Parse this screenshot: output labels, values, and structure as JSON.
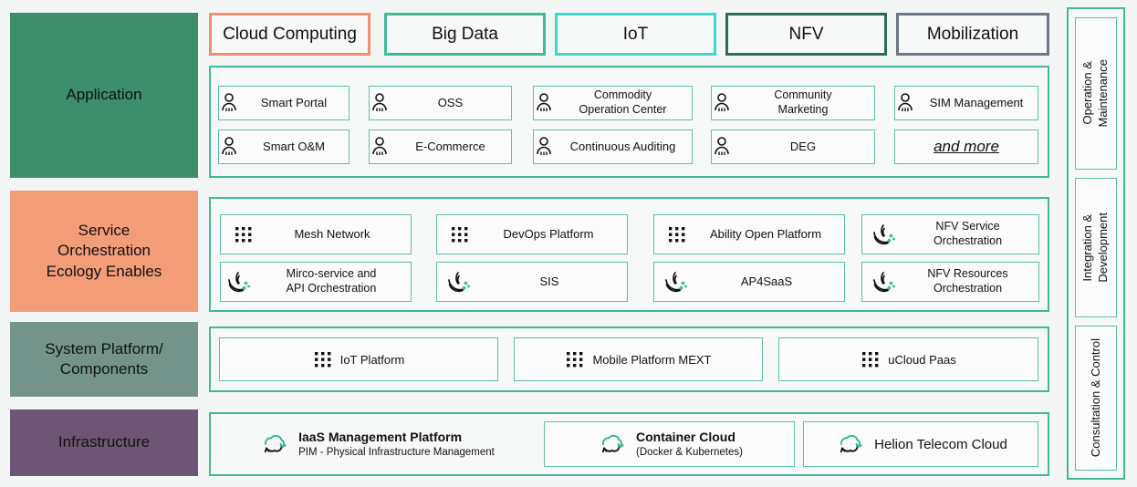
{
  "colors": {
    "background": "#f4f6f5",
    "panel_border": "#3fb99a",
    "card_border": "#5cc0a8",
    "application_block": "#3d8e6c",
    "service_block": "#f29d78",
    "system_block": "#74948b",
    "infrastructure_block": "#6d5673",
    "tab_cloud_computing": "#f09070",
    "tab_big_data": "#3fb99a",
    "tab_iot": "#3ed8d0",
    "tab_nfv": "#2d6b57",
    "tab_mobilization": "#6b7785",
    "icon_accent_green": "#2fb98a"
  },
  "layers": [
    {
      "key": "application",
      "label": "Application"
    },
    {
      "key": "service",
      "label": "Service\nOrchestration\nEcology Enables"
    },
    {
      "key": "system",
      "label": "System Platform/\nComponents"
    },
    {
      "key": "infrastructure",
      "label": "Infrastructure"
    }
  ],
  "tabs": [
    {
      "label": "Cloud Computing",
      "color": "#f09070"
    },
    {
      "label": "Big Data",
      "color": "#3fb99a"
    },
    {
      "label": "IoT",
      "color": "#3ed8d0"
    },
    {
      "label": "NFV",
      "color": "#2d6b57"
    },
    {
      "label": "Mobilization",
      "color": "#6b7785"
    }
  ],
  "application_items": [
    {
      "label": "Smart Portal",
      "icon": "person-icon"
    },
    {
      "label": "OSS",
      "icon": "person-icon"
    },
    {
      "label": "Commodity\nOperation Center",
      "icon": "person-icon"
    },
    {
      "label": "Community\nMarketing",
      "icon": "person-icon"
    },
    {
      "label": "SIM Management",
      "icon": "person-icon"
    },
    {
      "label": "Smart O&M",
      "icon": "person-icon"
    },
    {
      "label": "E-Commerce",
      "icon": "person-icon"
    },
    {
      "label": "Continuous Auditing",
      "icon": "person-icon"
    },
    {
      "label": "DEG",
      "icon": "person-icon"
    },
    {
      "label": "and more",
      "icon": "none"
    }
  ],
  "service_items": [
    {
      "label": "Mesh Network",
      "icon": "dot-grid-icon"
    },
    {
      "label": "DevOps Platform",
      "icon": "dot-grid-icon"
    },
    {
      "label": "Ability Open Platform",
      "icon": "dot-grid-icon"
    },
    {
      "label": "NFV Service\nOrchestration",
      "icon": "orchestration-icon"
    },
    {
      "label": "Mirco-service and\nAPI Orchestration",
      "icon": "orchestration-icon"
    },
    {
      "label": "SIS",
      "icon": "orchestration-icon"
    },
    {
      "label": "AP4SaaS",
      "icon": "orchestration-icon"
    },
    {
      "label": "NFV Resources\nOrchestration",
      "icon": "orchestration-icon"
    }
  ],
  "system_items": [
    {
      "label": "IoT Platform",
      "icon": "dot-grid-icon"
    },
    {
      "label": "Mobile Platform MEXT",
      "icon": "dot-grid-icon"
    },
    {
      "label": "uCloud Paas",
      "icon": "dot-grid-icon"
    }
  ],
  "infrastructure_items": [
    {
      "label": "IaaS Management Platform",
      "sublabel": "PIM - Physical Infrastructure Management",
      "icon": "cloud-icon"
    },
    {
      "label": "Container Cloud",
      "sublabel": "(Docker & Kubernetes)",
      "icon": "cloud-icon"
    },
    {
      "label": "Helion Telecom Cloud",
      "sublabel": "",
      "icon": "cloud-icon"
    }
  ],
  "side_rail": [
    {
      "label": "Operation &\nMaintenance"
    },
    {
      "label": "Integration &\nDevelopment"
    },
    {
      "label": "Consultation & Control"
    }
  ]
}
